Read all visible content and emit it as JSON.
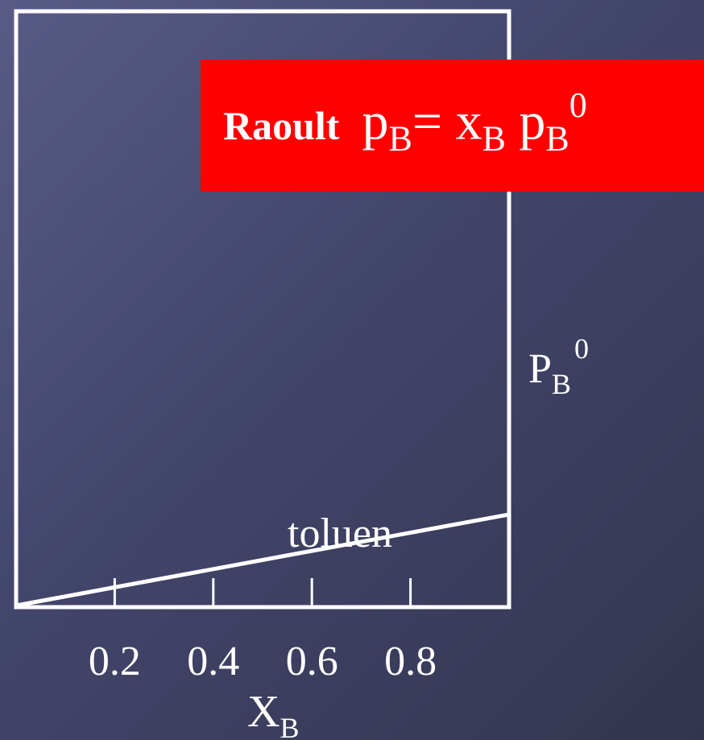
{
  "colors": {
    "background": "#45486d",
    "line": "#ffffff",
    "text": "#ffffff",
    "box": "#ff0000"
  },
  "box": {
    "name": "Raoult",
    "formula": {
      "lhs": "p",
      "lhs_sub": "B",
      "equals": "=",
      "t1": "x",
      "t1_sub": "B",
      "t2": "p",
      "t2_sub": "B",
      "t2_sup": "0"
    }
  },
  "chart_data": {
    "type": "line",
    "x_axis": {
      "label": "X",
      "label_sub": "B",
      "range": [
        0,
        1
      ],
      "ticks": [
        {
          "value": 0.2,
          "label": "0.2"
        },
        {
          "value": 0.4,
          "label": "0.4"
        },
        {
          "value": 0.6,
          "label": "0.6"
        },
        {
          "value": 0.8,
          "label": "0.8"
        }
      ]
    },
    "y_axis": {
      "range": [
        0,
        1
      ]
    },
    "series": [
      {
        "points": [
          [
            0,
            0
          ],
          [
            1,
            0.39
          ]
        ]
      }
    ],
    "annotations": {
      "end_label": {
        "main": "P",
        "sub": "B",
        "sup": "0"
      },
      "region_label": "toluen"
    }
  }
}
